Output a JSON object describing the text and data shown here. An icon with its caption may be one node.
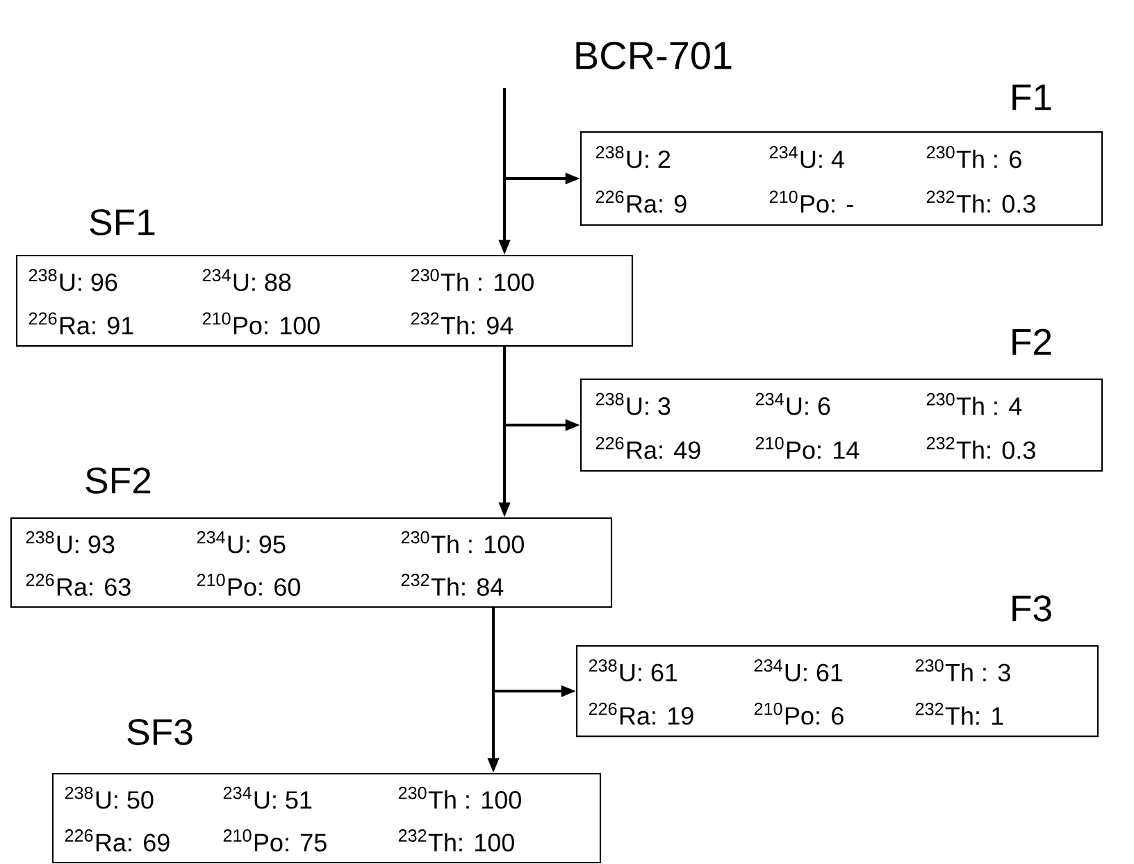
{
  "diagram": {
    "nodes": [
      {
        "text": [
          "BCR-701"
        ]
      },
      {
        "text": [
          "F1",
          "$^{238}$U: 2",
          "$^{234}$U: 4",
          "$^{230}$Th : 6",
          "$^{226}$Ra: 9",
          "$^{210}$Po: -",
          "$^{232}$Th: 0.3"
        ]
      },
      {
        "text": [
          "SF1",
          "$^{238}$U: 96",
          "$^{234}$U: 88",
          "$^{230}$Th : 100",
          "$^{226}$Ra: 91",
          "$^{210}$Po: 100",
          "$^{232}$Th: 94"
        ]
      },
      {
        "text": [
          "F2",
          "$^{238}$U: 3",
          "$^{234}$U: 6",
          "$^{230}$Th : 4",
          "$^{226}$Ra: 49",
          "$^{210}$Po: 14",
          "$^{232}$Th: 0.3"
        ]
      },
      {
        "text": [
          "SF2",
          "$^{238}$U: 93",
          "$^{234}$U: 95",
          "$^{230}$Th : 100",
          "$^{226}$Ra: 63",
          "$^{210}$Po: 60",
          "$^{232}$Th: 84"
        ]
      },
      {
        "text": [
          "F3",
          "$^{238}$U: 61",
          "$^{234}$U: 61",
          "$^{230}$Th : 3",
          "$^{226}$Ra: 19",
          "$^{210}$Po: 6",
          "$^{232}$Th: 1"
        ]
      },
      {
        "text": [
          "SF3",
          "$^{238}$U: 50",
          "$^{234}$U: 51",
          "$^{230}$Th : 100",
          "$^{226}$Ra: 69",
          "$^{210}$Po: 75",
          "$^{232}$Th: 100"
        ]
      }
    ],
    "edges": [
      {
        "from": 0,
        "to": 2,
        "arrow": "to"
      },
      {
        "from": 0,
        "to": 1,
        "arrow": "to"
      },
      {
        "from": 2,
        "to": 4,
        "arrow": "to"
      },
      {
        "from": 2,
        "to": 3,
        "arrow": "to"
      },
      {
        "from": 4,
        "to": 6,
        "arrow": "to"
      },
      {
        "from": 4,
        "to": 5,
        "arrow": "to"
      }
    ]
  }
}
